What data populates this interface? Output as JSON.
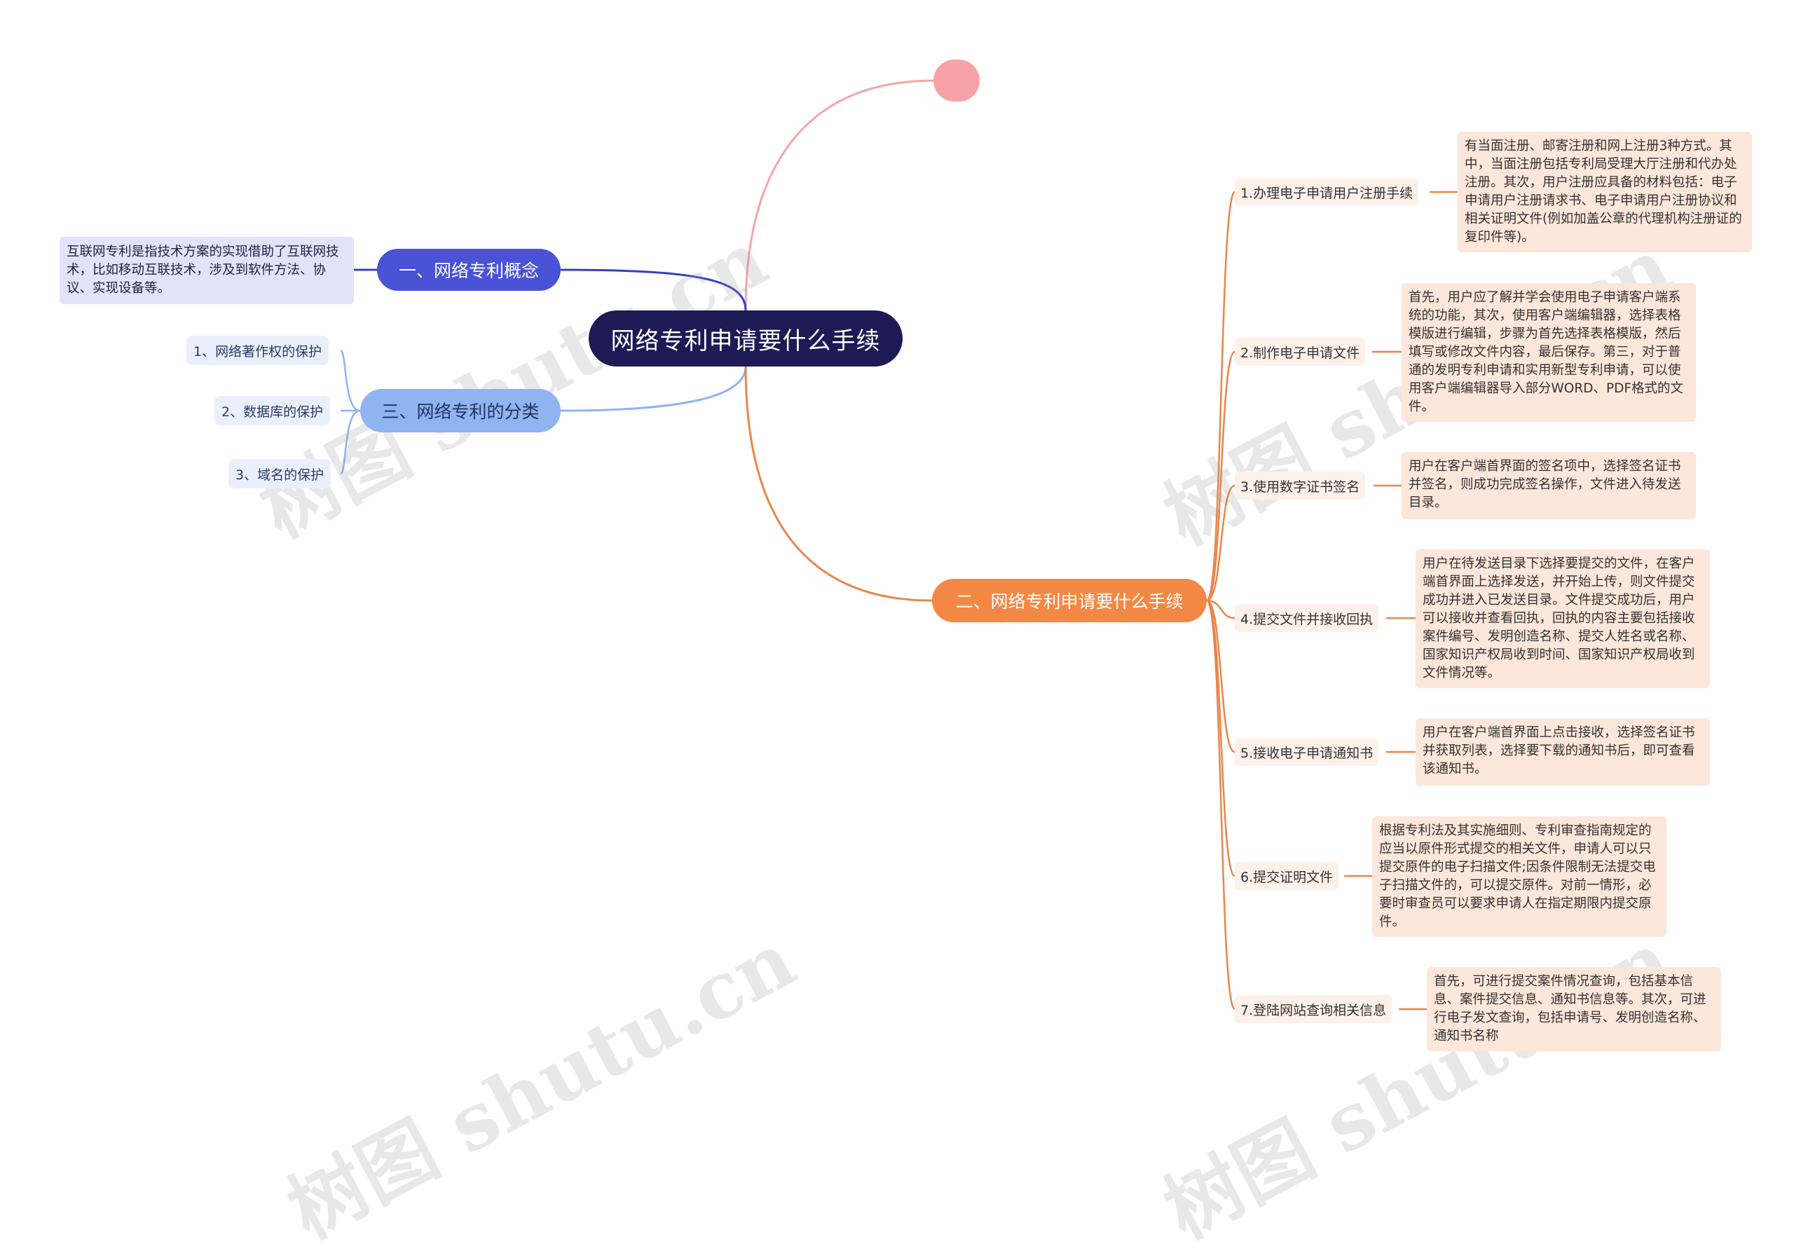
{
  "center": {
    "title": "网络专利申请要什么手续"
  },
  "branch1": {
    "label": "一、网络专利概念",
    "text": "互联网专利是指技术方案的实现借助了互联网技术，比如移动互联技术，涉及到软件方法、协议、实现设备等。"
  },
  "branch3": {
    "label": "三、网络专利的分类",
    "items": [
      "1、网络著作权的保护",
      "2、数据库的保护",
      "3、域名的保护"
    ]
  },
  "branch2": {
    "label": "二、网络专利申请要什么手续",
    "steps": [
      {
        "title": "1.办理电子申请用户注册手续",
        "detail": "有当面注册、邮寄注册和网上注册3种方式。其中，当面注册包括专利局受理大厅注册和代办处注册。其次，用户注册应具备的材料包括：电子申请用户注册请求书、电子申请用户注册协议和相关证明文件(例如加盖公章的代理机构注册证的复印件等)。"
      },
      {
        "title": "2.制作电子申请文件",
        "detail": "首先，用户应了解并学会使用电子申请客户端系统的功能，其次，使用客户端编辑器，选择表格模版进行编辑，步骤为首先选择表格模版，然后填写或修改文件内容，最后保存。第三，对于普通的发明专利申请和实用新型专利申请，可以使用客户端编辑器导入部分WORD、PDF格式的文件。"
      },
      {
        "title": "3.使用数字证书签名",
        "detail": "用户在客户端首界面的签名项中，选择签名证书并签名，则成功完成签名操作，文件进入待发送目录。"
      },
      {
        "title": "4.提交文件并接收回执",
        "detail": "用户在待发送目录下选择要提交的文件，在客户端首界面上选择发送，并开始上传，则文件提交成功并进入已发送目录。文件提交成功后，用户可以接收并查看回执，回执的内容主要包括接收案件编号、发明创造名称、提交人姓名或名称、国家知识产权局收到时间、国家知识产权局收到文件情况等。"
      },
      {
        "title": "5.接收电子申请通知书",
        "detail": "用户在客户端首界面上点击接收，选择签名证书并获取列表，选择要下载的通知书后，即可查看该通知书。"
      },
      {
        "title": "6.提交证明文件",
        "detail": "根据专利法及其实施细则、专利审查指南规定的应当以原件形式提交的相关文件，申请人可以只提交原件的电子扫描文件;因条件限制无法提交电子扫描文件的，可以提交原件。对前一情形，必要时审查员可以要求申请人在指定期限内提交原件。"
      },
      {
        "title": "7.登陆网站查询相关信息",
        "detail": "首先，可进行提交案件情况查询，包括基本信息、案件提交信息、通知书信息等。其次，可进行电子发文查询，包括申请号、发明创造名称、通知书名称"
      }
    ]
  },
  "watermark": "树图 shutu.cn",
  "colors": {
    "center": "#1e1a55",
    "branch1": "#4a52d6",
    "branch3": "#8fb4f0",
    "branch2": "#f38845",
    "pink": "#f6a2a6",
    "orange_line": "#e9864a",
    "blue_line": "#3a3fc0",
    "light_blue_line": "#8fb4f0"
  }
}
